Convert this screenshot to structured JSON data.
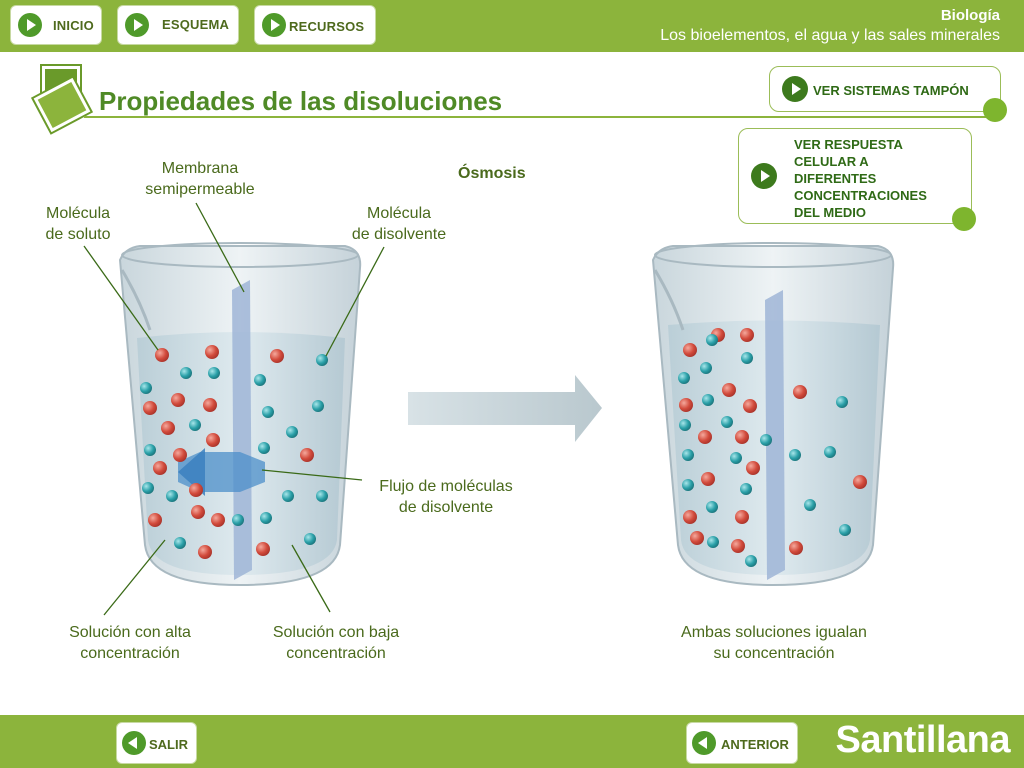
{
  "header": {
    "nav": [
      {
        "label": "INICIO"
      },
      {
        "label": "ESQUEMA"
      },
      {
        "label": "RECURSOS"
      }
    ],
    "subject": "Biología",
    "unit": "Los bioelementos, el agua y las sales minerales"
  },
  "page": {
    "title": "Propiedades de las disoluciones"
  },
  "side_buttons": {
    "tampon": "VER SISTEMAS TAMPÓN",
    "respuesta": [
      "VER RESPUESTA",
      "CELULAR A",
      "DIFERENTES",
      "CONCENTRACIONES",
      "DEL MEDIO"
    ]
  },
  "diagram": {
    "heading": "Ósmosis",
    "membrana": [
      "Membrana",
      "semipermeable"
    ],
    "soluto": [
      "Molécula",
      "de soluto"
    ],
    "disolvente": [
      "Molécula",
      "de disolvente"
    ],
    "flujo": [
      "Flujo de moléculas",
      "de disolvente"
    ],
    "alta": [
      "Solución con alta",
      "concentración"
    ],
    "baja": [
      "Solución con baja",
      "concentración"
    ],
    "igualan": [
      "Ambas soluciones igualan",
      "su concentración"
    ]
  },
  "footer": {
    "salir": "SALIR",
    "anterior": "ANTERIOR",
    "brand": "Santillana"
  },
  "colors": {
    "brand_green": "#8cb43c",
    "dark_green": "#4f8a26",
    "solute": "#d24b3c",
    "solvent": "#2aa0a8"
  }
}
